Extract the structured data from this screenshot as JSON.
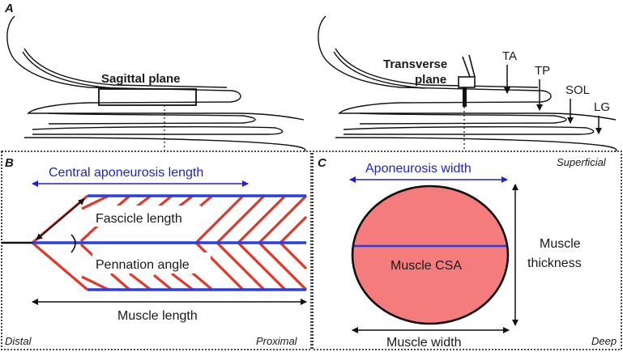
{
  "panels": {
    "a": {
      "label": "A",
      "sagittal_plane": "Sagittal plane",
      "transverse_line1": "Transverse",
      "transverse_line2": "plane",
      "muscles": {
        "ta": "TA",
        "tp": "TP",
        "sol": "SOL",
        "lg": "LG"
      }
    },
    "b": {
      "label": "B",
      "central_aponeurosis_length": "Central aponeurosis length",
      "fascicle_length": "Fascicle length",
      "pennation_angle": "Pennation angle",
      "muscle_length": "Muscle length",
      "distal": "Distal",
      "proximal": "Proximal"
    },
    "c": {
      "label": "C",
      "aponeurosis_width": "Aponeurosis width",
      "superficial": "Superficial",
      "muscle_csa": "Muscle CSA",
      "muscle_thickness_line1": "Muscle",
      "muscle_thickness_line2": "thickness",
      "muscle_width": "Muscle width",
      "deep": "Deep"
    }
  },
  "colors": {
    "aponeurosis": "#2a3fe0",
    "fascicle": "#e0392b",
    "csa_fill": "#f47c7c",
    "label_blue": "#1f1fd8",
    "line": "#111111"
  }
}
